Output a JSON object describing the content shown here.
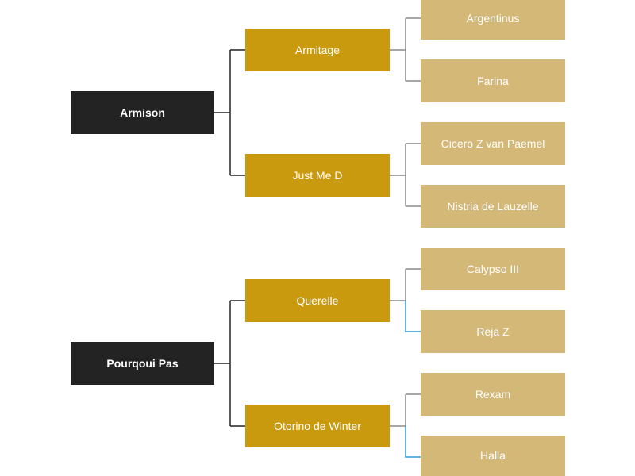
{
  "pedigree": {
    "trees": [
      {
        "name": "Armison",
        "parents": [
          {
            "name": "Armitage",
            "parents": [
              "Argentinus",
              "Farina"
            ]
          },
          {
            "name": "Just Me D",
            "parents": [
              "Cicero Z van Paemel",
              "Nistria de Lauzelle"
            ]
          }
        ]
      },
      {
        "name": "Pourqoui Pas",
        "parents": [
          {
            "name": "Querelle",
            "parents": [
              "Calypso III",
              "Reja Z"
            ]
          },
          {
            "name": "Otorino de Winter",
            "parents": [
              "Rexam",
              "Halla"
            ]
          }
        ]
      }
    ]
  },
  "colors": {
    "gen1_fill": "#232323",
    "gen2_fill": "#c9990e",
    "gen3_fill": "#d4b877",
    "gen1_connector": "#232323",
    "gen2_connector": "#8a8a8a",
    "gen2_connector_highlight": "#2e9bd1"
  }
}
